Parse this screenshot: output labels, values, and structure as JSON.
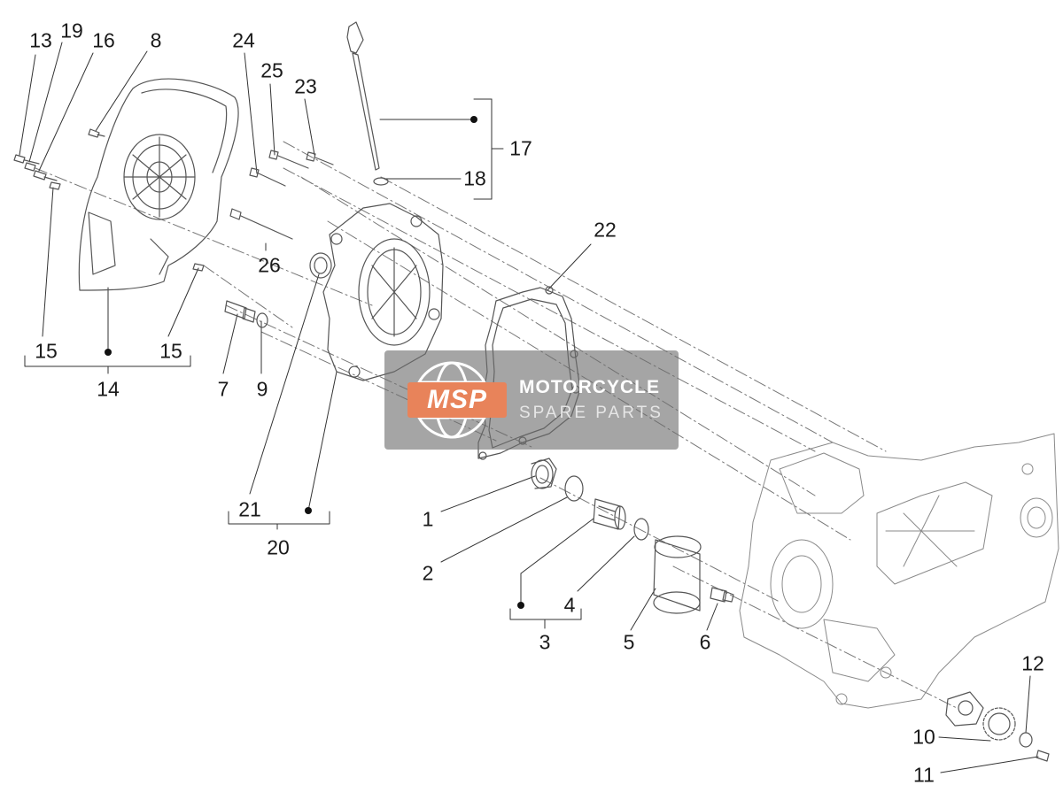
{
  "callouts": {
    "c13": "13",
    "c19": "19",
    "c16": "16",
    "c8": "8",
    "c24": "24",
    "c25": "25",
    "c23": "23",
    "c17": "17",
    "c18": "18",
    "c22": "22",
    "c26": "26",
    "c15a": "15",
    "c15b": "15",
    "c14": "14",
    "c7": "7",
    "c9": "9",
    "c21": "21",
    "c20": "20",
    "c1": "1",
    "c2": "2",
    "c3": "3",
    "c4": "4",
    "c5": "5",
    "c6": "6",
    "c12": "12",
    "c10": "10",
    "c11": "11"
  },
  "watermark": {
    "logo": "MSP",
    "line1": "MOTORCYCLE",
    "line2": "SPARE PARTS"
  }
}
